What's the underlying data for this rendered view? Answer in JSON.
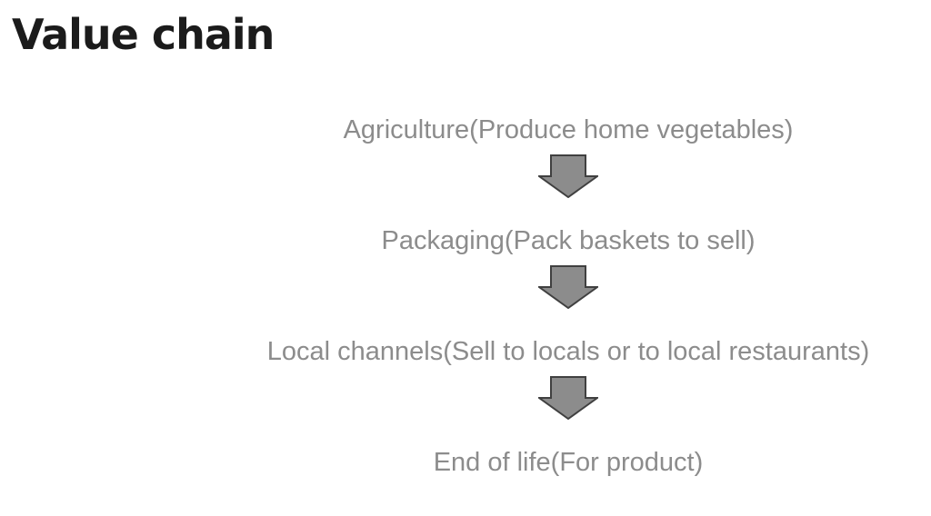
{
  "slide": {
    "title": "Value chain"
  },
  "flow": {
    "steps": [
      {
        "id": "agriculture",
        "label": "Agriculture(Produce home vegetables)"
      },
      {
        "id": "packaging",
        "label": "Packaging(Pack baskets to sell)"
      },
      {
        "id": "local-channels",
        "label": "Local channels(Sell to locals or to local restaurants)"
      },
      {
        "id": "end-of-life",
        "label": "End of life(For product)"
      }
    ],
    "connector": "down-block-arrow"
  },
  "colors": {
    "background": "#ffffff",
    "title_text": "#1b1b1b",
    "step_text": "#8c8c8c",
    "arrow_fill": "#8c8c8c",
    "arrow_border": "#404040"
  }
}
